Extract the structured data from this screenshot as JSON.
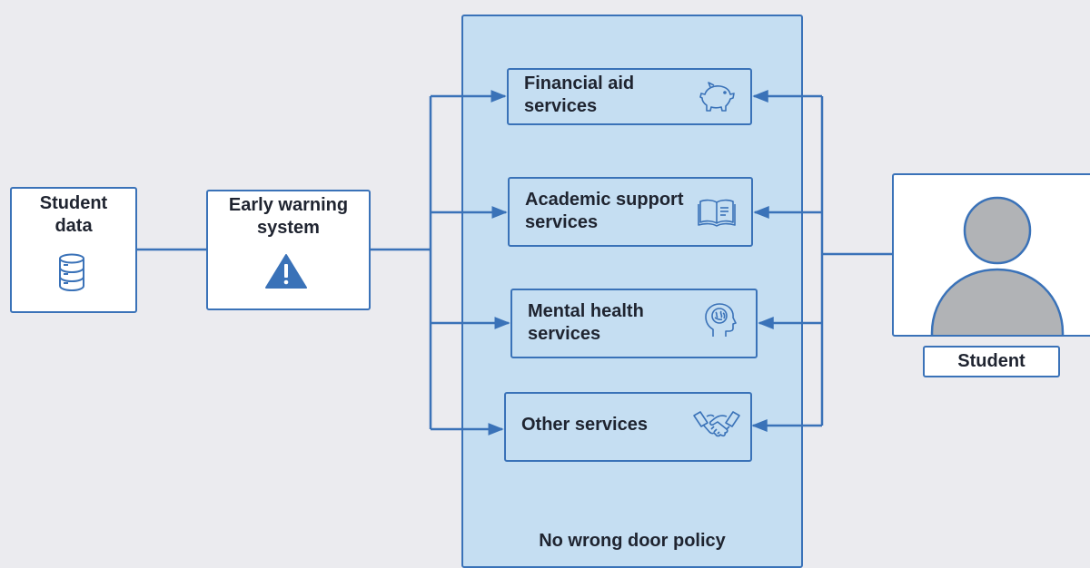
{
  "nodes": {
    "student_data": {
      "label": "Student data",
      "icon": "database-icon"
    },
    "early_warning": {
      "label": "Early warning system",
      "icon": "warning-icon"
    },
    "policy": {
      "label": "No wrong door policy"
    },
    "student": {
      "label": "Student",
      "icon": "person-silhouette"
    }
  },
  "services": [
    {
      "label_line1": "Financial aid",
      "label_line2": "services",
      "icon": "piggy-bank-icon"
    },
    {
      "label_line1": "Academic support",
      "label_line2": "services",
      "icon": "book-icon"
    },
    {
      "label_line1": "Mental health",
      "label_line2": "services",
      "icon": "brain-head-icon"
    },
    {
      "label_line1": "Other services",
      "label_line2": "",
      "icon": "handshake-icon"
    }
  ],
  "colors": {
    "stroke": "#3a72b8",
    "policy_fill": "#c5def2",
    "background": "#ebebef",
    "person": "#b1b3b6"
  }
}
